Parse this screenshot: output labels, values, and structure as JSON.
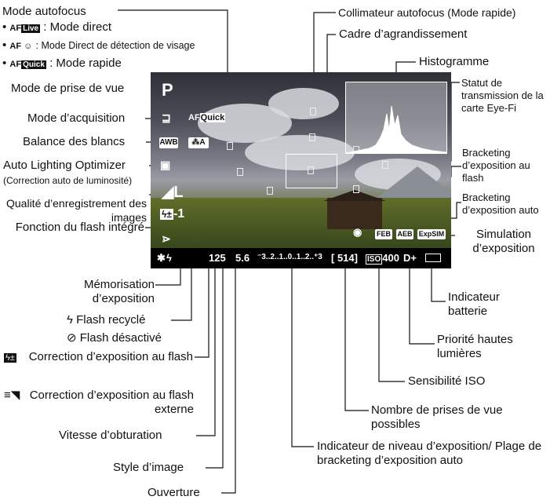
{
  "labels": {
    "af_mode": "Mode autofocus",
    "af_live_code": "AF",
    "af_live_badge": "Live",
    "af_live": ": Mode direct",
    "af_face_code": "AF ",
    "af_face": ": Mode Direct de détection de visage",
    "af_quick_code": "AF",
    "af_quick_badge": "Quick",
    "af_quick": ": Mode rapide",
    "shooting_mode": "Mode de prise de vue",
    "drive_mode": "Mode d’acquisition",
    "white_balance": "Balance des blancs",
    "alo": "Auto Lighting Optimizer",
    "alo_sub": "(Correction auto de luminosité)",
    "quality": "Qualité d’enregistrement des images",
    "flash_func": "Fonction du flash intégré",
    "ae_lock": "Mémorisation d’exposition",
    "flash_ready": "Flash recyclé",
    "flash_disabled": "Flash désactivé",
    "flash_comp": "Correction d’exposition au flash",
    "ext_flash_comp": "Correction d’exposition au flash externe",
    "shutter": "Vitesse d’obturation",
    "picture_style": "Style d’image",
    "aperture": "Ouverture",
    "af_point": "Collimateur autofocus (Mode rapide)",
    "mag_frame": "Cadre d’agrandissement",
    "histogram": "Histogramme",
    "eyefi": "Statut de transmission de la carte Eye-Fi",
    "feb": "Bracketing d’exposition au flash",
    "aeb": "Bracketing d’exposition auto",
    "exp_sim": "Simulation d’exposition",
    "battery": "Indicateur batterie",
    "highlight": "Priorité hautes lumières",
    "iso": "Sensibilité ISO",
    "shots": "Nombre de prises de vue possibles",
    "exp_level": "Indicateur de niveau d’exposition/ Plage de bracketing d’exposition auto"
  },
  "screen": {
    "mode": "P",
    "drive_icon": "continuous-shooting",
    "af_quick_code": "AF",
    "af_quick_badge": "Quick",
    "wb": "AWB",
    "picture_style_icon": "auto",
    "alo_icon": "alo",
    "quality": "L",
    "flash_comp_value": "-1",
    "flash_func_icon": "flash-func",
    "bottom": {
      "ae_lock": "✱",
      "flash": "ϟ",
      "shutter": "125",
      "aperture": "5.6",
      "exp_scale": "⁻3..2..1..0..1..2..⁺3",
      "shots": "[ 514]",
      "iso_badge": "ISO",
      "iso_value": "400",
      "highlight": "D+"
    },
    "feb": "FEB",
    "aeb": "AEB",
    "exp_sim": "ExpSIM"
  }
}
